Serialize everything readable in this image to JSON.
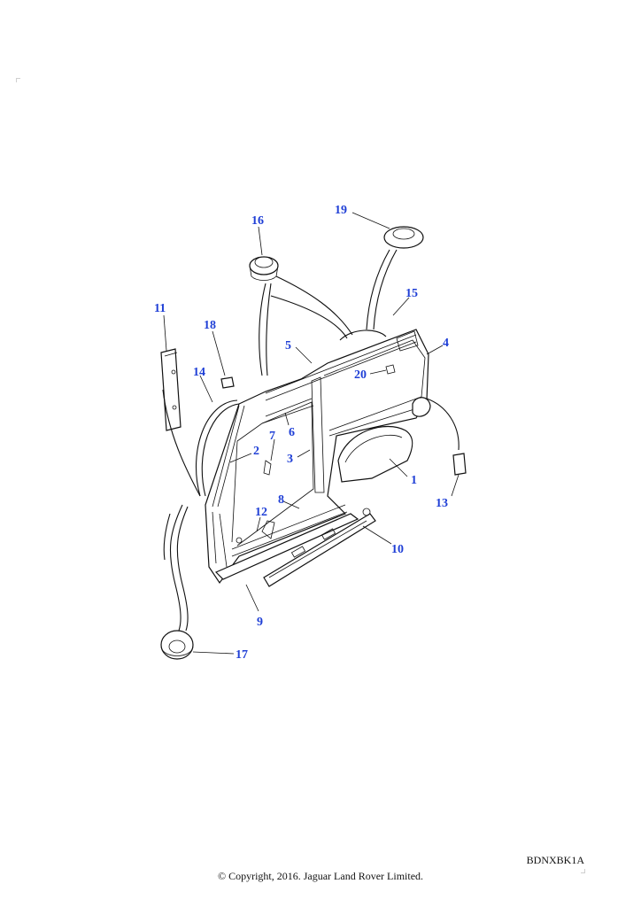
{
  "diagram": {
    "callouts": [
      {
        "id": "callout-1",
        "label": "1"
      },
      {
        "id": "callout-2",
        "label": "2"
      },
      {
        "id": "callout-3",
        "label": "3"
      },
      {
        "id": "callout-4",
        "label": "4"
      },
      {
        "id": "callout-5",
        "label": "5"
      },
      {
        "id": "callout-6",
        "label": "6"
      },
      {
        "id": "callout-7",
        "label": "7"
      },
      {
        "id": "callout-8",
        "label": "8"
      },
      {
        "id": "callout-9",
        "label": "9"
      },
      {
        "id": "callout-10",
        "label": "10"
      },
      {
        "id": "callout-11",
        "label": "11"
      },
      {
        "id": "callout-12",
        "label": "12"
      },
      {
        "id": "callout-13",
        "label": "13"
      },
      {
        "id": "callout-14",
        "label": "14"
      },
      {
        "id": "callout-15",
        "label": "15"
      },
      {
        "id": "callout-16",
        "label": "16"
      },
      {
        "id": "callout-17",
        "label": "17"
      },
      {
        "id": "callout-18",
        "label": "18"
      },
      {
        "id": "callout-19",
        "label": "19"
      },
      {
        "id": "callout-20",
        "label": "20"
      }
    ],
    "callout_color": "#1f3fd6",
    "line_color": "#111111"
  },
  "footer": {
    "image_code": "BDNXBK1A",
    "copyright": "© Copyright, 2016. Jaguar Land Rover Limited."
  }
}
